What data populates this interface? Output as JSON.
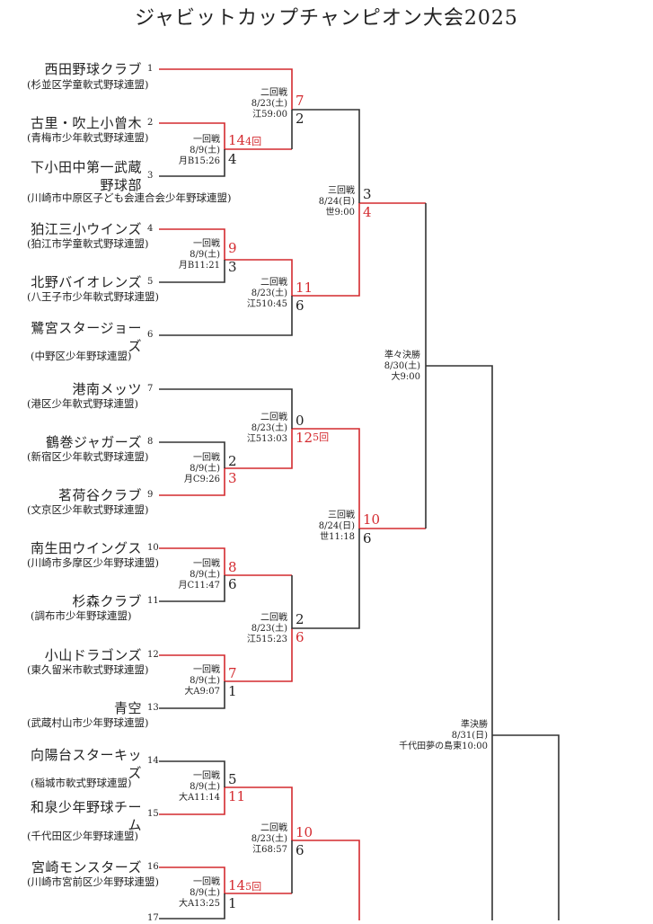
{
  "title": "ジャビットカップチャンピオン大会2025",
  "colors": {
    "winner": "#d42a2f",
    "line": "#333333"
  },
  "teams": [
    {
      "num": "1",
      "name": "西田野球クラブ",
      "assoc": "(杉並区学童軟式野球連盟)"
    },
    {
      "num": "2",
      "name": "古里・吹上小曾木",
      "assoc": "(青梅市少年軟式野球連盟)"
    },
    {
      "num": "3",
      "name": "下小田中第一武蔵野球部",
      "assoc": "(川崎市中原区子ども会連合会少年野球連盟)"
    },
    {
      "num": "4",
      "name": "狛江三小ウインズ",
      "assoc": "(狛江市学童軟式野球連盟)"
    },
    {
      "num": "5",
      "name": "北野バイオレンズ",
      "assoc": "(八王子市少年軟式野球連盟)"
    },
    {
      "num": "6",
      "name": "鷺宮スタージョーズ",
      "assoc": "(中野区少年野球連盟)"
    },
    {
      "num": "7",
      "name": "港南メッツ",
      "assoc": "(港区少年軟式野球連盟)"
    },
    {
      "num": "8",
      "name": "鶴巻ジャガーズ",
      "assoc": "(新宿区少年軟式野球連盟)"
    },
    {
      "num": "9",
      "name": "茗荷谷クラブ",
      "assoc": "(文京区少年軟式野球連盟)"
    },
    {
      "num": "10",
      "name": "南生田ウイングス",
      "assoc": "(川崎市多摩区少年野球連盟)"
    },
    {
      "num": "11",
      "name": "杉森クラブ",
      "assoc": "(調布市少年野球連盟)"
    },
    {
      "num": "12",
      "name": "小山ドラゴンズ",
      "assoc": "(東久留米市軟式野球連盟)"
    },
    {
      "num": "13",
      "name": "青空",
      "assoc": "(武蔵村山市少年野球連盟)"
    },
    {
      "num": "14",
      "name": "向陽台スターキッズ",
      "assoc": "(稲城市軟式野球連盟)"
    },
    {
      "num": "15",
      "name": "和泉少年野球チーム",
      "assoc": "(千代田区少年野球連盟)"
    },
    {
      "num": "16",
      "name": "宮崎モンスターズ",
      "assoc": "(川崎市宮前区少年野球連盟)"
    },
    {
      "num": "17"
    }
  ],
  "matches": {
    "r1a": {
      "round": "一回戦",
      "date": "8/9(土)",
      "venue": "月B15:26",
      "top": "14",
      "top_note": "4回",
      "bottom": "4"
    },
    "r1b": {
      "round": "一回戦",
      "date": "8/9(土)",
      "venue": "月B11:21",
      "top": "9",
      "bottom": "3"
    },
    "r1c": {
      "round": "一回戦",
      "date": "8/9(土)",
      "venue": "月C9:26",
      "top": "2",
      "bottom": "3"
    },
    "r1d": {
      "round": "一回戦",
      "date": "8/9(土)",
      "venue": "月C11:47",
      "top": "8",
      "bottom": "6"
    },
    "r1e": {
      "round": "一回戦",
      "date": "8/9(土)",
      "venue": "大A9:07",
      "top": "7",
      "bottom": "1"
    },
    "r1f": {
      "round": "一回戦",
      "date": "8/9(土)",
      "venue": "大A11:14",
      "top": "5",
      "bottom": "11"
    },
    "r1g": {
      "round": "一回戦",
      "date": "8/9(土)",
      "venue": "大A13:25",
      "top": "14",
      "top_note": "5回",
      "bottom": "1"
    },
    "r2a": {
      "round": "二回戦",
      "date": "8/23(土)",
      "venue": "江59:00",
      "top": "7",
      "bottom": "2"
    },
    "r2b": {
      "round": "二回戦",
      "date": "8/23(土)",
      "venue": "江510:45",
      "top": "11",
      "bottom": "6"
    },
    "r2c": {
      "round": "二回戦",
      "date": "8/23(土)",
      "venue": "江513:03",
      "top": "0",
      "bottom": "12",
      "bottom_note": "5回"
    },
    "r2d": {
      "round": "二回戦",
      "date": "8/23(土)",
      "venue": "江515:23",
      "top": "2",
      "bottom": "6"
    },
    "r2e": {
      "round": "二回戦",
      "date": "8/23(土)",
      "venue": "江68:57",
      "top": "10",
      "bottom": "6"
    },
    "r3a": {
      "round": "三回戦",
      "date": "8/24(日)",
      "venue": "世9:00",
      "top": "3",
      "bottom": "4"
    },
    "r3b": {
      "round": "三回戦",
      "date": "8/24(日)",
      "venue": "世11:18",
      "top": "10",
      "bottom": "6"
    },
    "qf": {
      "round": "準々決勝",
      "date": "8/30(土)",
      "venue": "大9:00"
    },
    "sf": {
      "round": "準決勝",
      "date": "8/31(日)",
      "venue": "千代田夢の島東10:00"
    }
  }
}
